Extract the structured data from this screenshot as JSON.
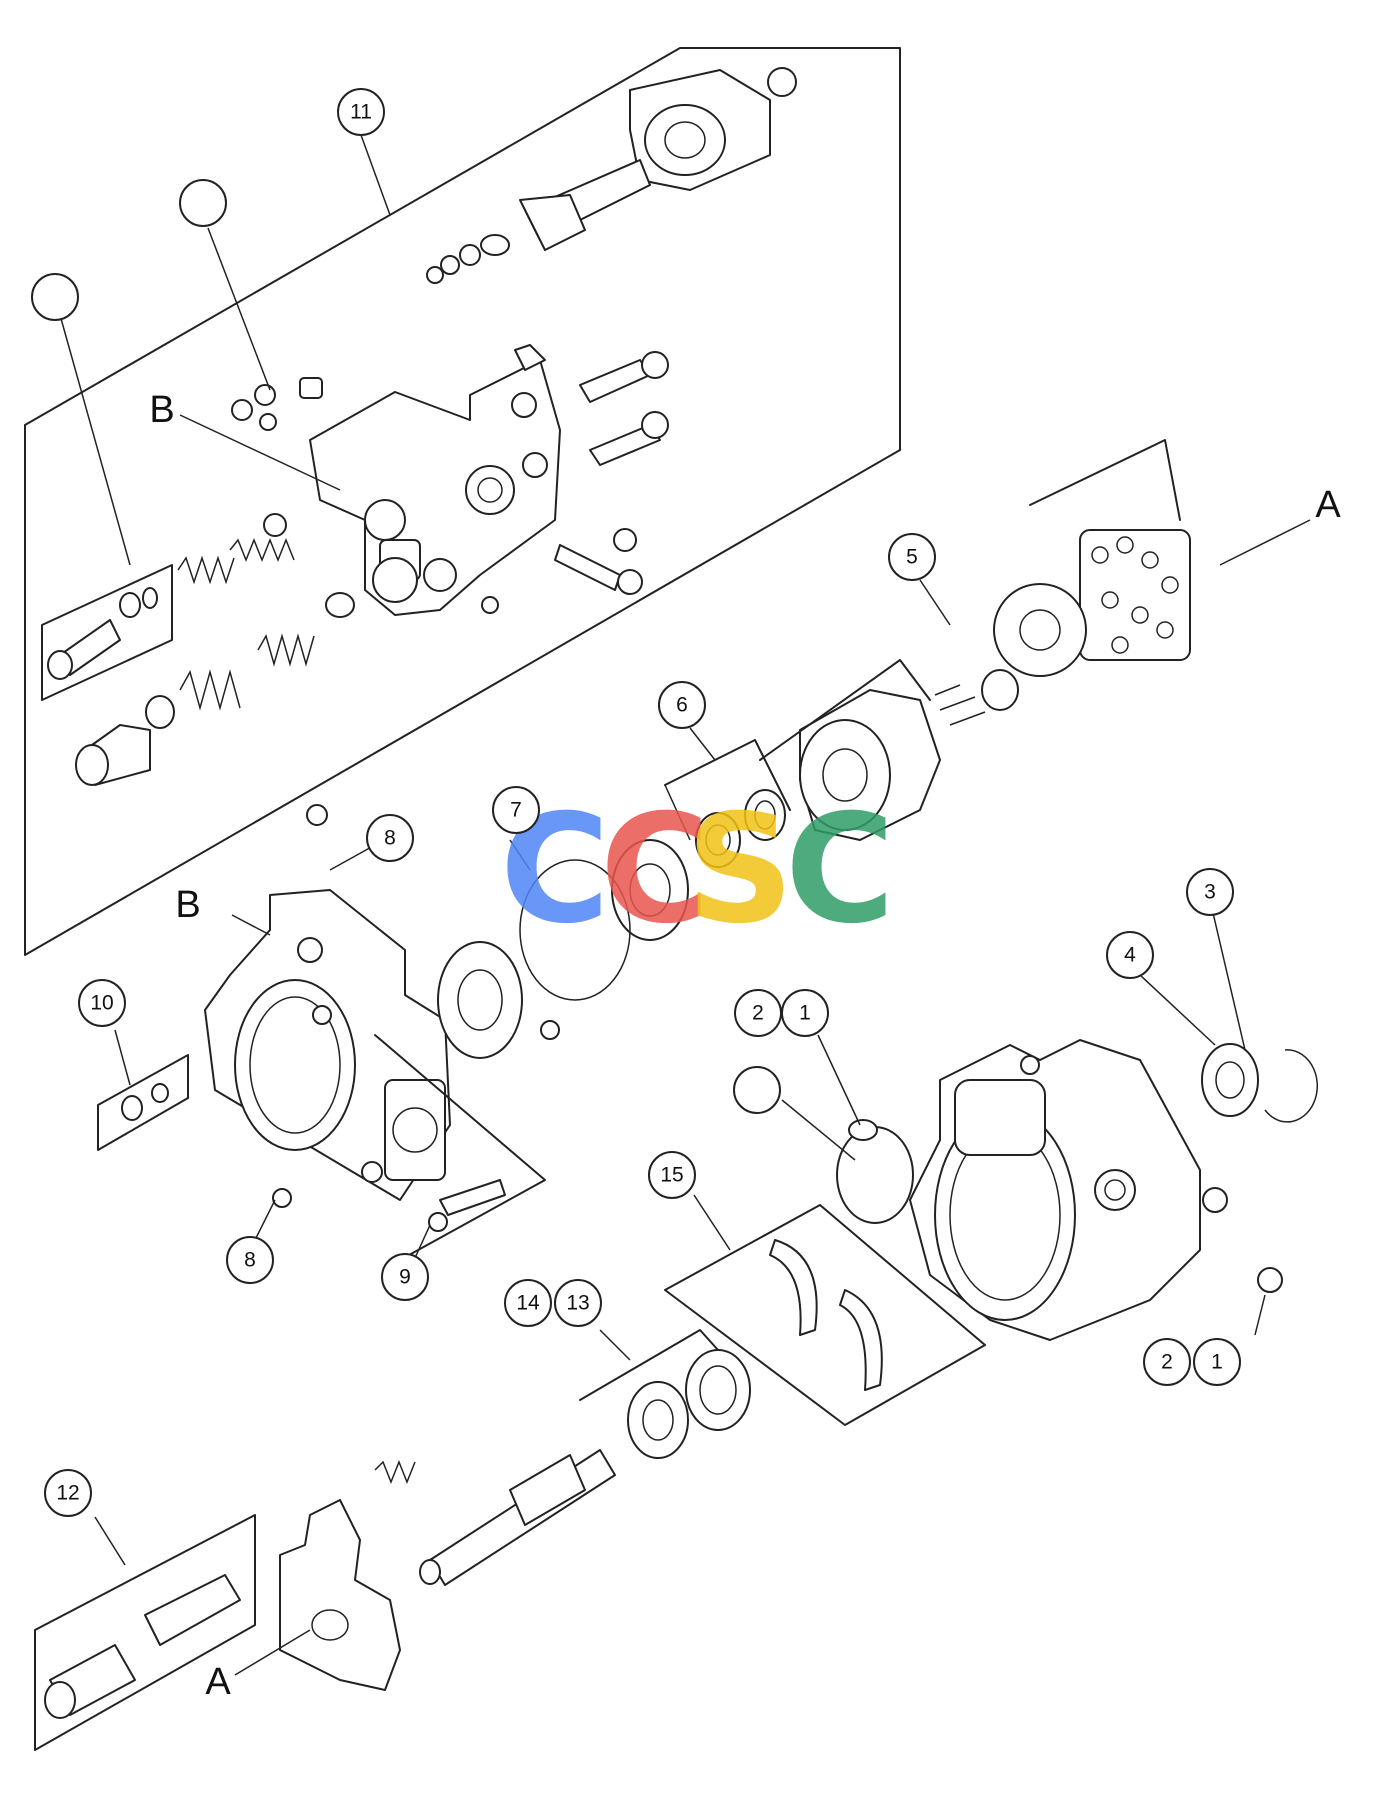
{
  "callouts": [
    {
      "id": "c11",
      "label": "11"
    },
    {
      "id": "c5",
      "label": "5"
    },
    {
      "id": "c6",
      "label": "6"
    },
    {
      "id": "c7",
      "label": "7"
    },
    {
      "id": "c8a",
      "label": "8"
    },
    {
      "id": "c10",
      "label": "10"
    },
    {
      "id": "c8b",
      "label": "8"
    },
    {
      "id": "c9",
      "label": "9"
    },
    {
      "id": "c3",
      "label": "3"
    },
    {
      "id": "c4",
      "label": "4"
    },
    {
      "id": "c2a",
      "label": "2"
    },
    {
      "id": "c1a",
      "label": "1"
    },
    {
      "id": "c15",
      "label": "15"
    },
    {
      "id": "c14",
      "label": "14"
    },
    {
      "id": "c13",
      "label": "13"
    },
    {
      "id": "c2b",
      "label": "2"
    },
    {
      "id": "c1b",
      "label": "1"
    },
    {
      "id": "c12",
      "label": "12"
    },
    {
      "id": "blank1",
      "label": ""
    },
    {
      "id": "blank2",
      "label": ""
    },
    {
      "id": "blank3",
      "label": ""
    }
  ],
  "letters": {
    "b_top": "B",
    "a_right": "A",
    "b_mid": "B",
    "a_bottom": "A"
  },
  "watermark": {
    "text": "CCSC",
    "letters": [
      "C",
      "C",
      "S",
      "C"
    ],
    "colors": [
      "#4f86f7",
      "#e8554f",
      "#f2c316",
      "#2f9d67"
    ]
  }
}
